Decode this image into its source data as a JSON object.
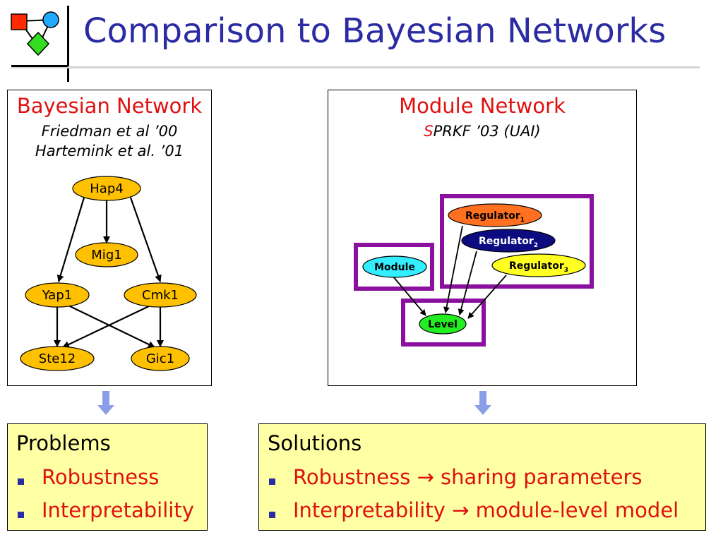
{
  "slide": {
    "title": "Comparison to Bayesian Networks"
  },
  "bayesian": {
    "title": "Bayesian Network",
    "refs": [
      "Friedman et al ’00",
      "Hartemink et al. ’01"
    ],
    "nodes": {
      "hap4": "Hap4",
      "mig1": "Mig1",
      "yap1": "Yap1",
      "cmk1": "Cmk1",
      "ste12": "Ste12",
      "gic1": "Gic1"
    },
    "node_color": "#ffc000"
  },
  "module": {
    "title": "Module Network",
    "ref_prefix": "S",
    "ref_rest": "PRKF ’03 (UAI)",
    "nodes": {
      "module": "Module",
      "level": "Level",
      "reg1": "Regulator",
      "reg1_sub": "1",
      "reg2": "Regulator",
      "reg2_sub": "2",
      "reg3": "Regulator",
      "reg3_sub": "3"
    },
    "colors": {
      "frame": "#8b10a0",
      "module": "#33eeff",
      "level": "#22ee22",
      "reg1": "#ff7020",
      "reg2": "#0c0c80",
      "reg3": "#ffff22"
    }
  },
  "problems": {
    "heading": "Problems",
    "items": [
      "Robustness",
      "Interpretability"
    ]
  },
  "solutions": {
    "heading": "Solutions",
    "items": [
      "Robustness → sharing parameters",
      "Interpretability → module-level model"
    ]
  },
  "icons": {
    "logo": "network-logo-icon",
    "down_arrow": "down-arrow-icon",
    "bullet": "square-bullet-icon"
  }
}
